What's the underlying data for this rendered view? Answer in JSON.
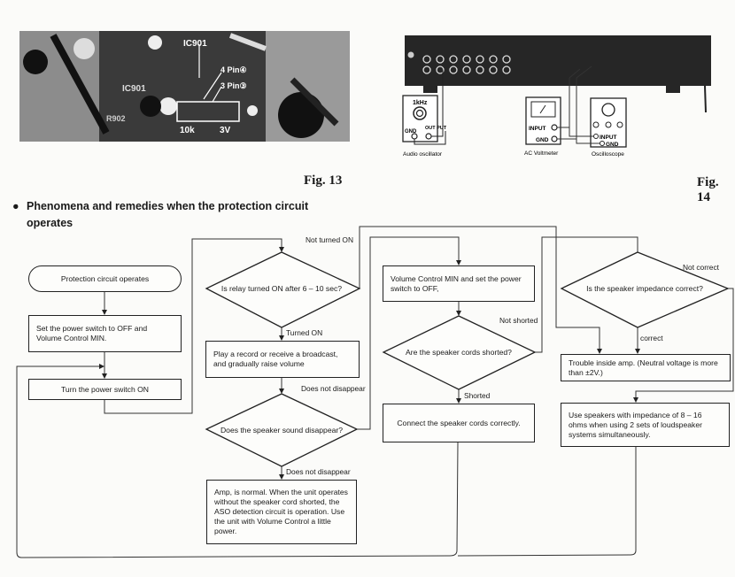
{
  "fig13": {
    "caption": "Fig. 13",
    "labels": {
      "ic": "IC901",
      "ic_board": "IC901",
      "pin4": "4 Pin④",
      "pin3": "3 Pin③",
      "resistor": "10k",
      "battery": "3V",
      "r_board": "R902"
    }
  },
  "fig14": {
    "caption": "Fig. 14",
    "oscillator": {
      "freq": "1kHz",
      "out": "OUT PUT",
      "gnd": "GND",
      "name": "Audio oscillator"
    },
    "voltmeter": {
      "input": "INPUT",
      "gnd": "GND",
      "name": "AC Voltmeter"
    },
    "scope": {
      "input": "INPUT",
      "gnd": "GND",
      "name": "Oscilloscope"
    }
  },
  "section": {
    "heading_line1": "Phenomena and remedies when the protection circuit",
    "heading_line2": "operates"
  },
  "flowchart": {
    "start": "Protection circuit operates",
    "step_power_off": "Set the power switch to OFF and Volume Control MIN.",
    "step_power_on": "Turn the power switch ON",
    "q_relay": "Is relay turned ON after 6 – 10 sec?",
    "q_relay_yes": "Turned ON",
    "q_relay_no": "Not turned ON",
    "step_play": "Play a record or receive a broadcast, and gradually raise volume",
    "q_sound": "Does the speaker sound disappear?",
    "q_sound_right": "Does not disappear",
    "q_sound_down": "Does not disappear",
    "result_normal": "Amp, is normal. When the unit operates without the speaker cord shorted, the ASO detection circuit is operation. Use the unit with Volume Control a little power.",
    "step_volume_min": "Volume Control MIN and set the power switch to OFF,",
    "q_shorted": "Are the speaker cords shorted?",
    "q_shorted_yes": "Shorted",
    "q_shorted_no": "Not shorted",
    "step_connect": "Connect the speaker cords correctly.",
    "q_impedance": "Is the speaker impedance correct?",
    "q_impedance_yes": "correct",
    "q_impedance_no": "Not correct",
    "result_trouble": "Trouble inside amp. (Neutral voltage is more than ±2V.)",
    "result_speakers": "Use speakers with impedance of 8 – 16 ohms when using 2 sets of loudspeaker systems simultaneously."
  }
}
